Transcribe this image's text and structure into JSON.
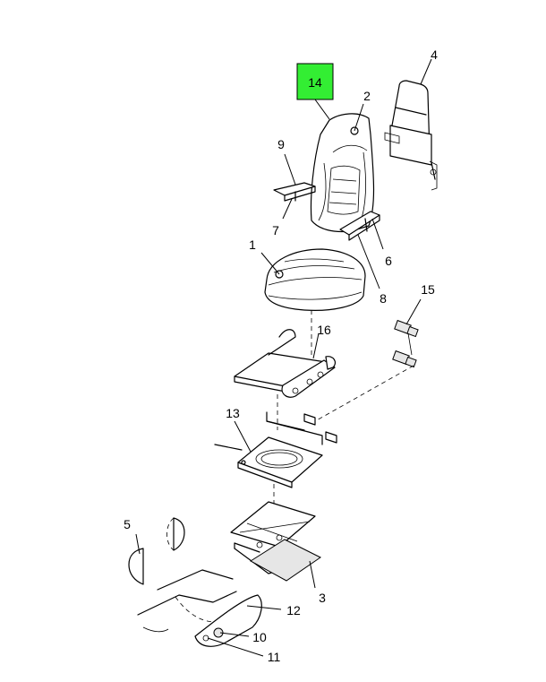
{
  "highlight": {
    "label": "14",
    "color": "#33ee33"
  },
  "callouts": [
    {
      "id": "1",
      "label": "1"
    },
    {
      "id": "2",
      "label": "2"
    },
    {
      "id": "3",
      "label": "3"
    },
    {
      "id": "4",
      "label": "4"
    },
    {
      "id": "5",
      "label": "5"
    },
    {
      "id": "6",
      "label": "6"
    },
    {
      "id": "7",
      "label": "7"
    },
    {
      "id": "8",
      "label": "8"
    },
    {
      "id": "9",
      "label": "9"
    },
    {
      "id": "10",
      "label": "10"
    },
    {
      "id": "11",
      "label": "11"
    },
    {
      "id": "12",
      "label": "12"
    },
    {
      "id": "13",
      "label": "13"
    },
    {
      "id": "15",
      "label": "15"
    },
    {
      "id": "16",
      "label": "16"
    }
  ]
}
